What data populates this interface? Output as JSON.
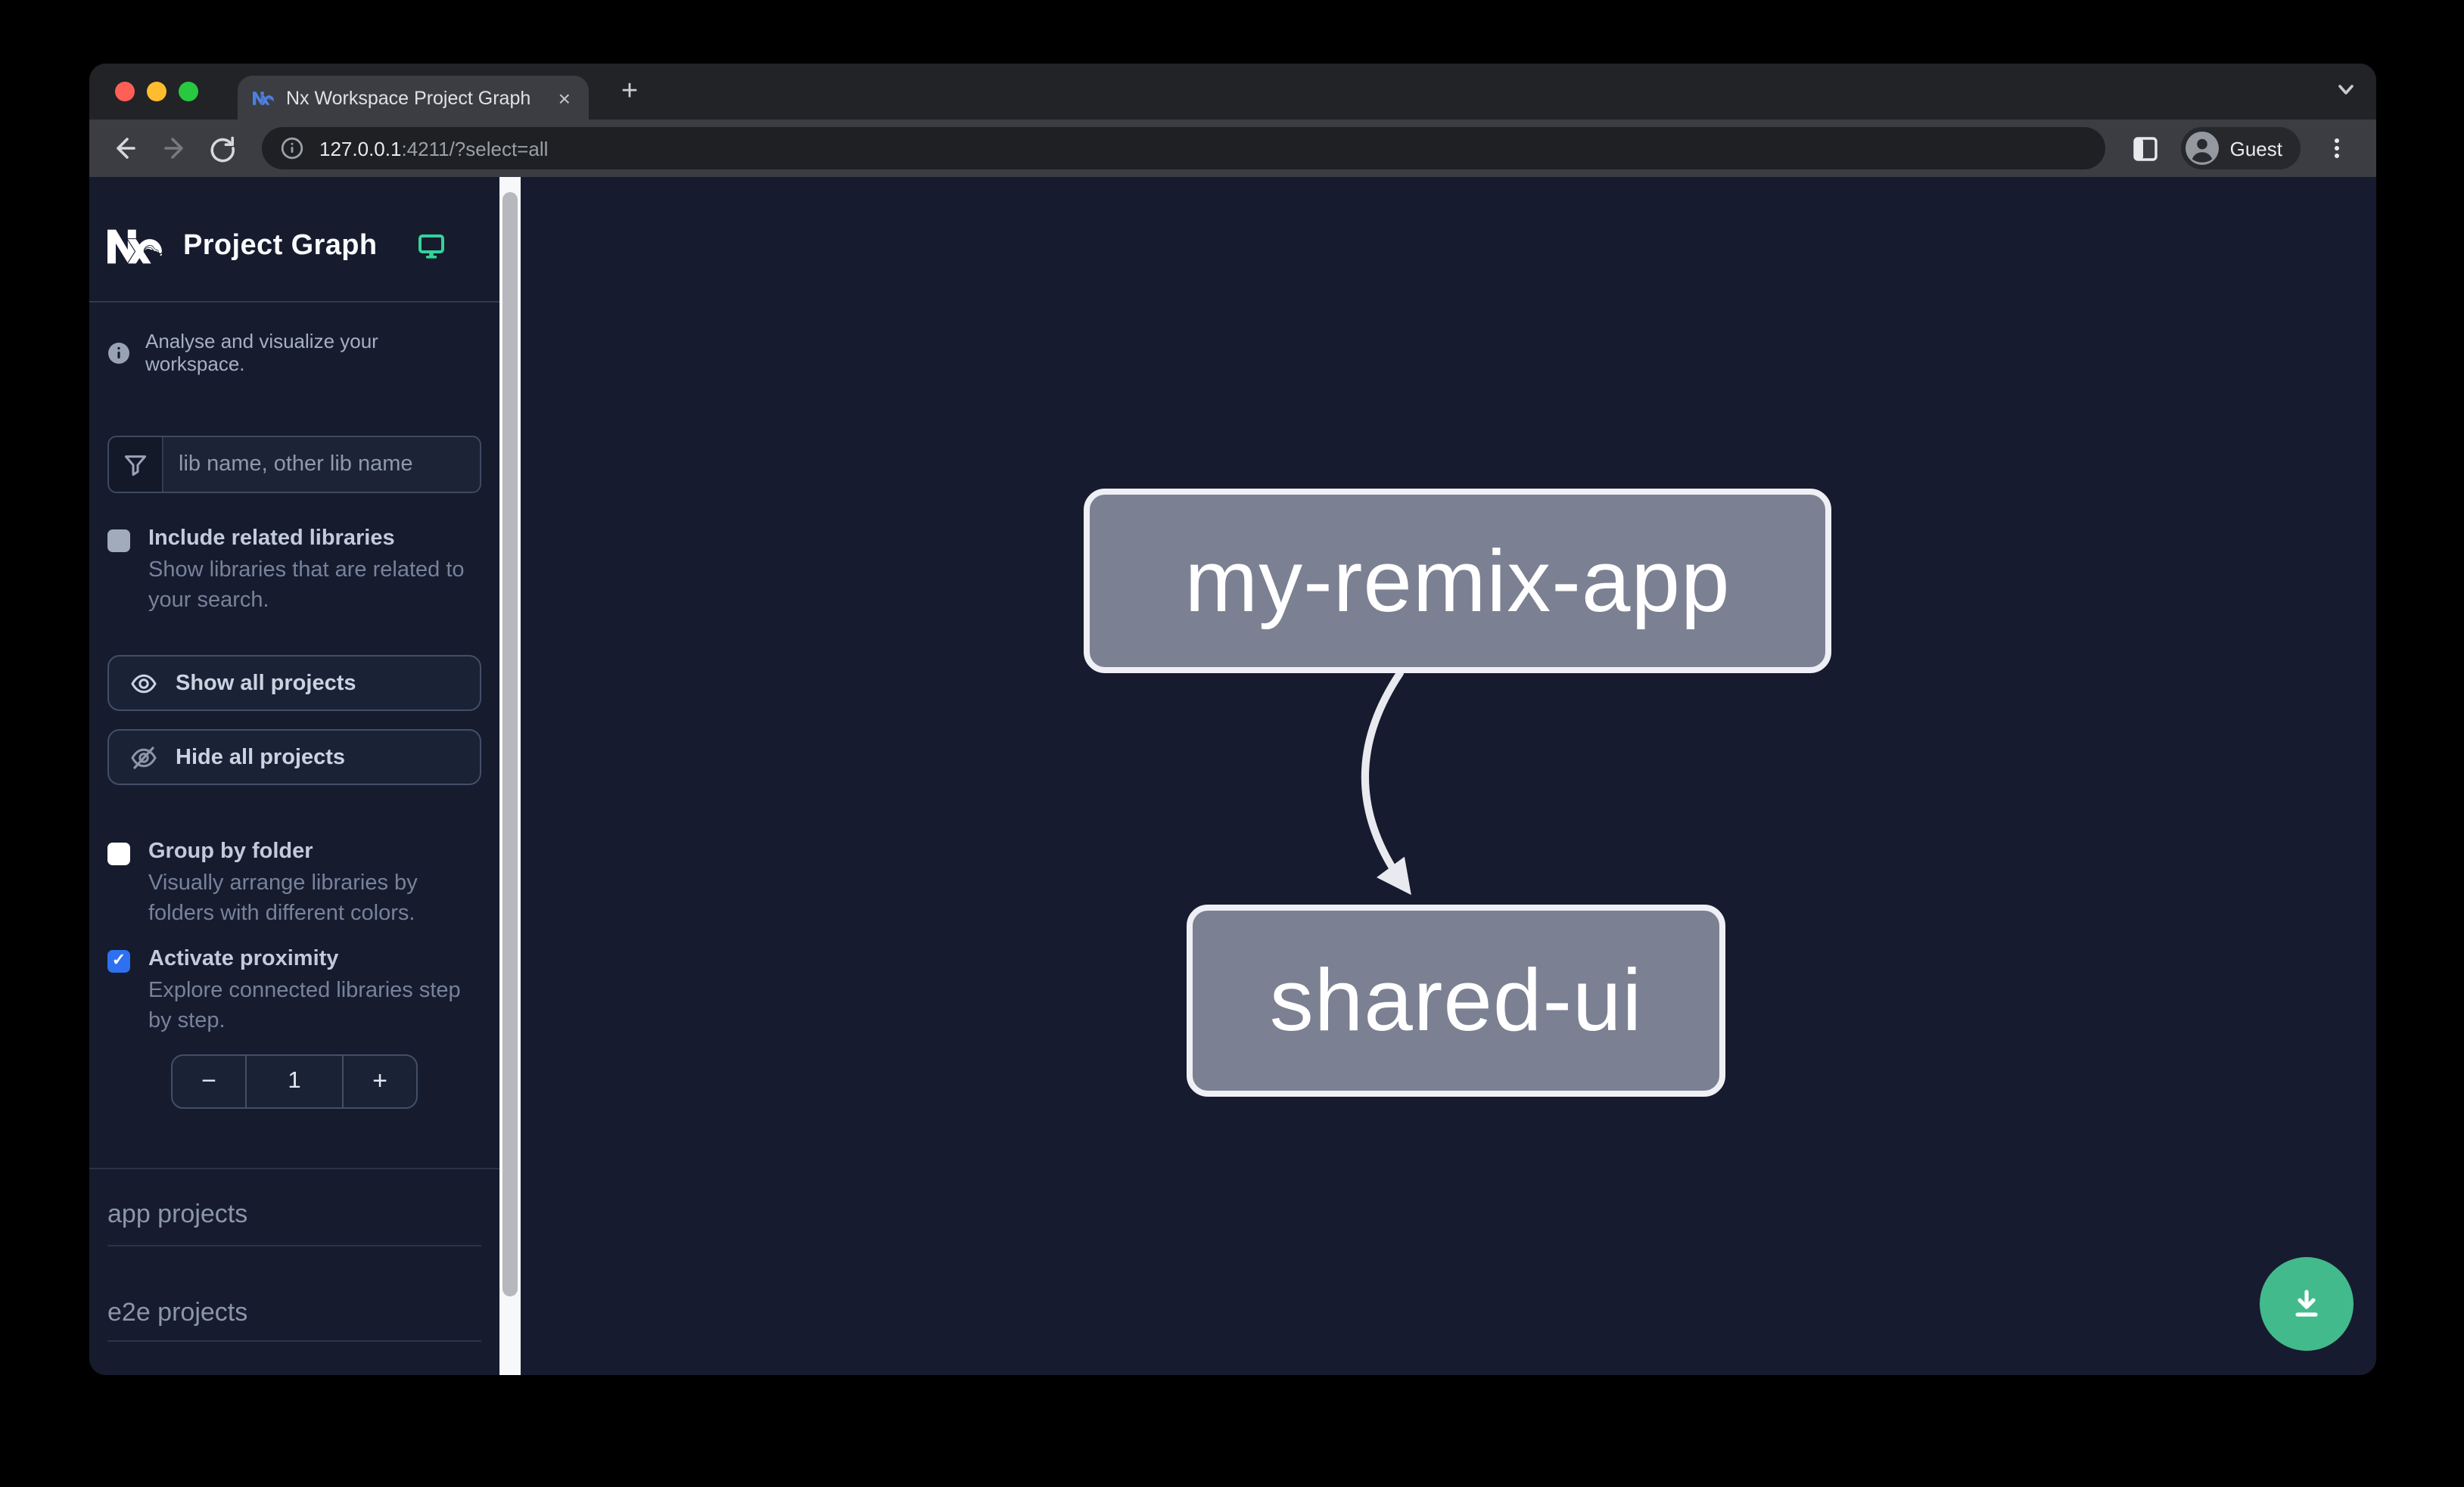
{
  "browser": {
    "tab": {
      "title": "Nx Workspace Project Graph",
      "close_glyph": "×",
      "new_tab_glyph": "+"
    },
    "url": {
      "host": "127.0.0.1",
      "rest": ":4211/?select=all"
    },
    "profile_label": "Guest"
  },
  "sidebar": {
    "title": "Project Graph",
    "tagline": "Analyse and visualize your workspace.",
    "search_placeholder": "lib name, other lib name",
    "include_related": {
      "label": "Include related libraries",
      "description": "Show libraries that are related to your search.",
      "checked": false
    },
    "show_all_label": "Show all projects",
    "hide_all_label": "Hide all projects",
    "group_by_folder": {
      "label": "Group by folder",
      "description": "Visually arrange libraries by folders with different colors.",
      "checked": false
    },
    "activate_proximity": {
      "label": "Activate proximity",
      "description": "Explore connected libraries step by step.",
      "checked": true,
      "check_glyph": "✓"
    },
    "stepper": {
      "decrement": "−",
      "value": "1",
      "increment": "+"
    },
    "sections": [
      {
        "label": "app projects"
      },
      {
        "label": "e2e projects"
      }
    ]
  },
  "graph": {
    "nodes": [
      {
        "label": "my-remix-app"
      },
      {
        "label": "shared-ui"
      }
    ],
    "edges": [
      {
        "from": "my-remix-app",
        "to": "shared-ui"
      }
    ]
  },
  "colors": {
    "accent_green": "#42ba8c",
    "accent_blue": "#2e71f0",
    "canvas_bg": "#171b2f",
    "node_fill": "#7b8092",
    "node_border": "#eef0f5"
  }
}
